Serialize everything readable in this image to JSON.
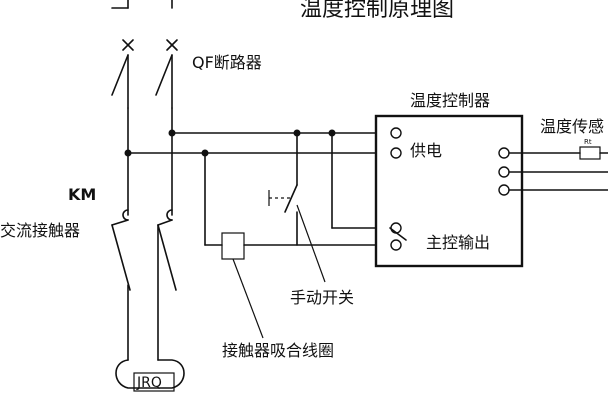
{
  "diagram": {
    "title": "温度控制原理图",
    "breaker_label": "QF断路器",
    "contactor_code": "KM",
    "contactor_label": "交流接触器",
    "controller_title": "温度控制器",
    "power_terminal_label": "供电",
    "output_terminal_label": "主控输出",
    "sensor_label": "温度传感",
    "sensor_resistor_label": "Rt",
    "manual_switch_label": "手动开关",
    "coil_label": "接触器吸合线圈",
    "heater_label": "JRQ"
  }
}
